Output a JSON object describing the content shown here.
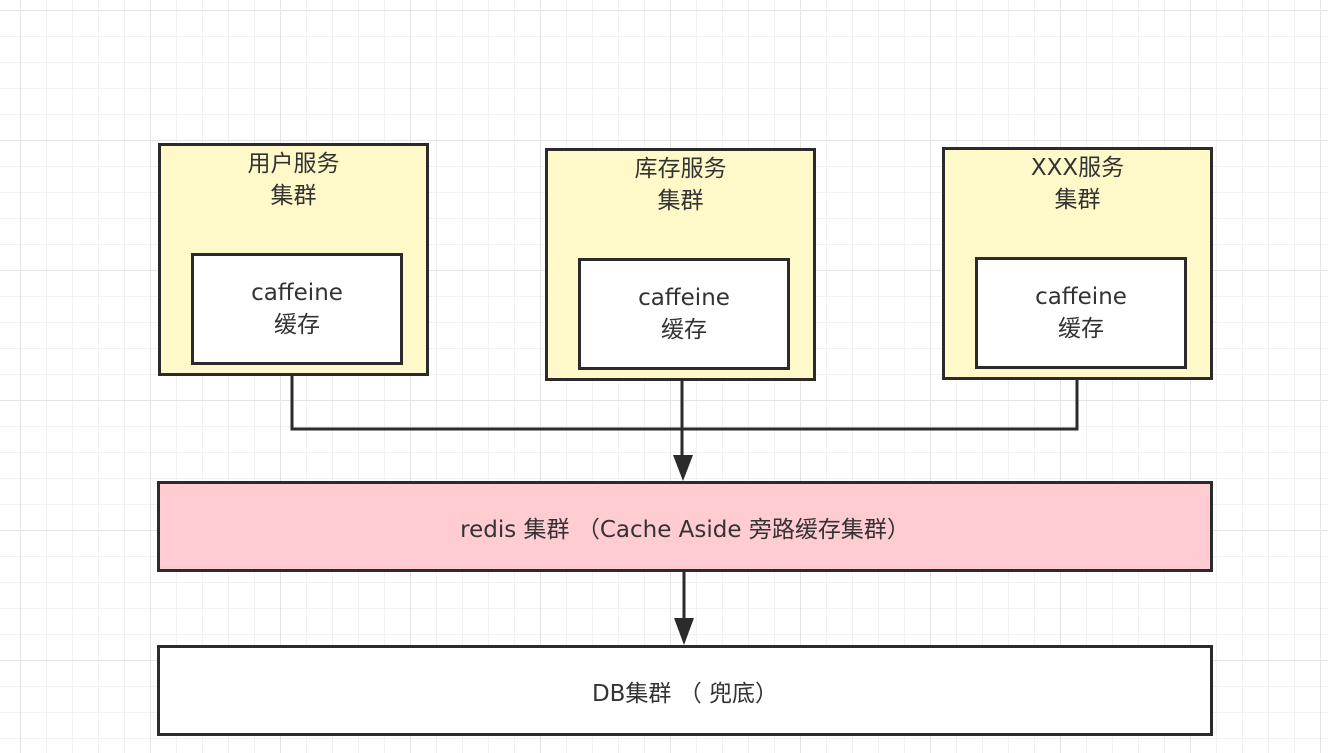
{
  "services": [
    {
      "title_line1": "用户服务",
      "title_line2": "集群",
      "cache_line1": "caffeine",
      "cache_line2": "缓存"
    },
    {
      "title_line1": "库存服务",
      "title_line2": "集群",
      "cache_line1": "caffeine",
      "cache_line2": "缓存"
    },
    {
      "title_line1": "XXX服务",
      "title_line2": "集群",
      "cache_line1": "caffeine",
      "cache_line2": "缓存"
    }
  ],
  "redis": {
    "label": "redis 集群 （Cache Aside 旁路缓存集群）"
  },
  "db": {
    "label": "DB集群 （ 兜底）"
  },
  "colors": {
    "service_fill": "#fff8c8",
    "redis_fill": "#ffccd2",
    "border": "#2b2b2b"
  }
}
